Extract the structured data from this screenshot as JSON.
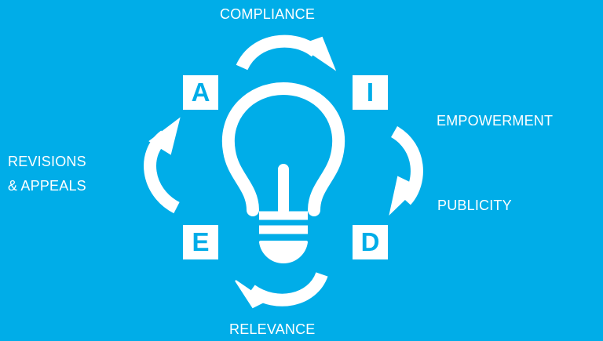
{
  "labels": {
    "compliance": "COMPLIANCE",
    "empowerment": "EMPOWERMENT",
    "publicity": "PUBLICITY",
    "relevance": "RELEVANCE",
    "revisions_line1": "REVISIONS",
    "revisions_line2": "& APPEALS"
  },
  "letters": {
    "a": "A",
    "i": "I",
    "e": "E",
    "d": "D"
  },
  "colors": {
    "background": "#00ade8",
    "foreground": "#ffffff"
  },
  "icons": [
    "lightbulb-icon",
    "cycle-arrow-icon"
  ]
}
